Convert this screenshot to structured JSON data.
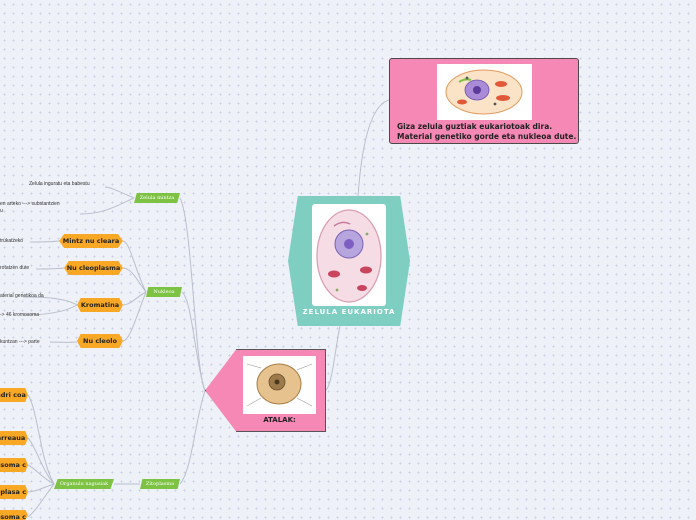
{
  "central": {
    "label": "ZELULA EUKARIOTA"
  },
  "info_box": {
    "text_line1": "Giza zelula guztiak eukariotoak dira.",
    "text_line2": "Material genetiko gorde eta nukleoa dute."
  },
  "atalak": {
    "label": "ATALAK:"
  },
  "branches": {
    "zelula_mintza": "Zelula mintza",
    "nukleoa": "Nukleoa",
    "zitoplasma": "Zitoplasma",
    "organulu": "Organulu nagusiak"
  },
  "notes": {
    "mintza_1": "Zelula inguratu eta babestu",
    "mintza_2a": "en arteko ---> substantzien",
    "mintza_2b": "u",
    "nuk_1": "trukatzeko",
    "nuk_2": "rotatzen dute",
    "nuk_3": "aterial genetikoa da",
    "nuk_4": "-> 46 kromosoma",
    "nuk_5": "kuntzan ---> parte"
  },
  "nukleoa_items": [
    "Mintz nu cleara",
    "Nu cleoplasma",
    "Kromatina",
    "Nu cleolo"
  ],
  "organulu_items": [
    "ndri coa",
    "arreaua",
    "esoma c",
    "oplasa c",
    "osoma c"
  ],
  "colors": {
    "teal": "#7ecfc2",
    "pink": "#f588b5",
    "green": "#7dc242",
    "orange": "#f9a825"
  }
}
